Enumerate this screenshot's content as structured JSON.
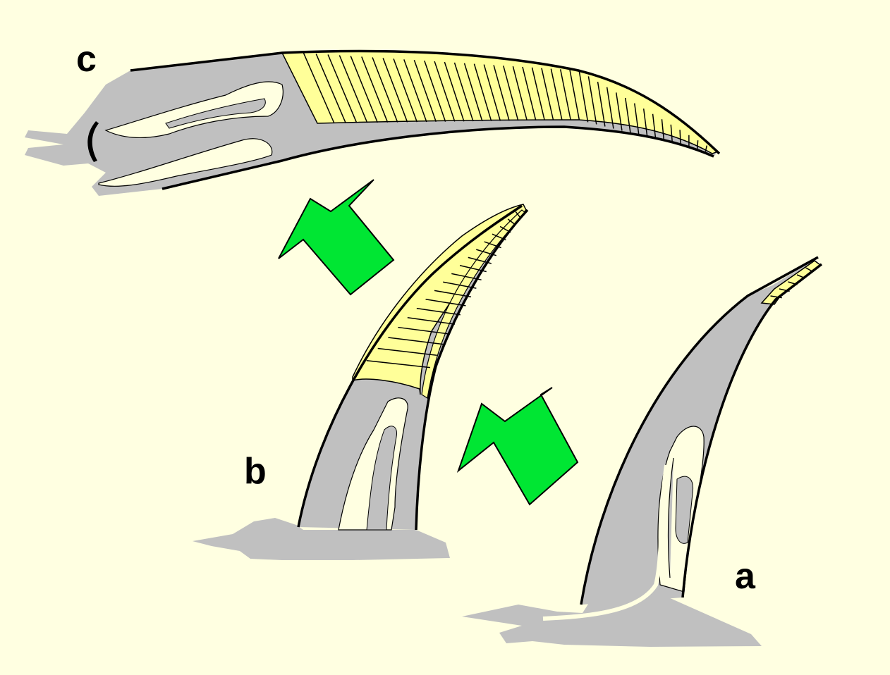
{
  "labels": {
    "a": "a",
    "b": "b",
    "c": "c"
  },
  "colors": {
    "background": "#ffffe1",
    "tissue": "#c0c0c0",
    "pulp": "#ffffe1",
    "keratin": "#ffff99",
    "outline": "#000000",
    "arrow": "#00e633"
  },
  "stages": [
    {
      "id": "a",
      "bands": 5
    },
    {
      "id": "b",
      "bands": 18
    },
    {
      "id": "c",
      "bands": 42
    }
  ]
}
